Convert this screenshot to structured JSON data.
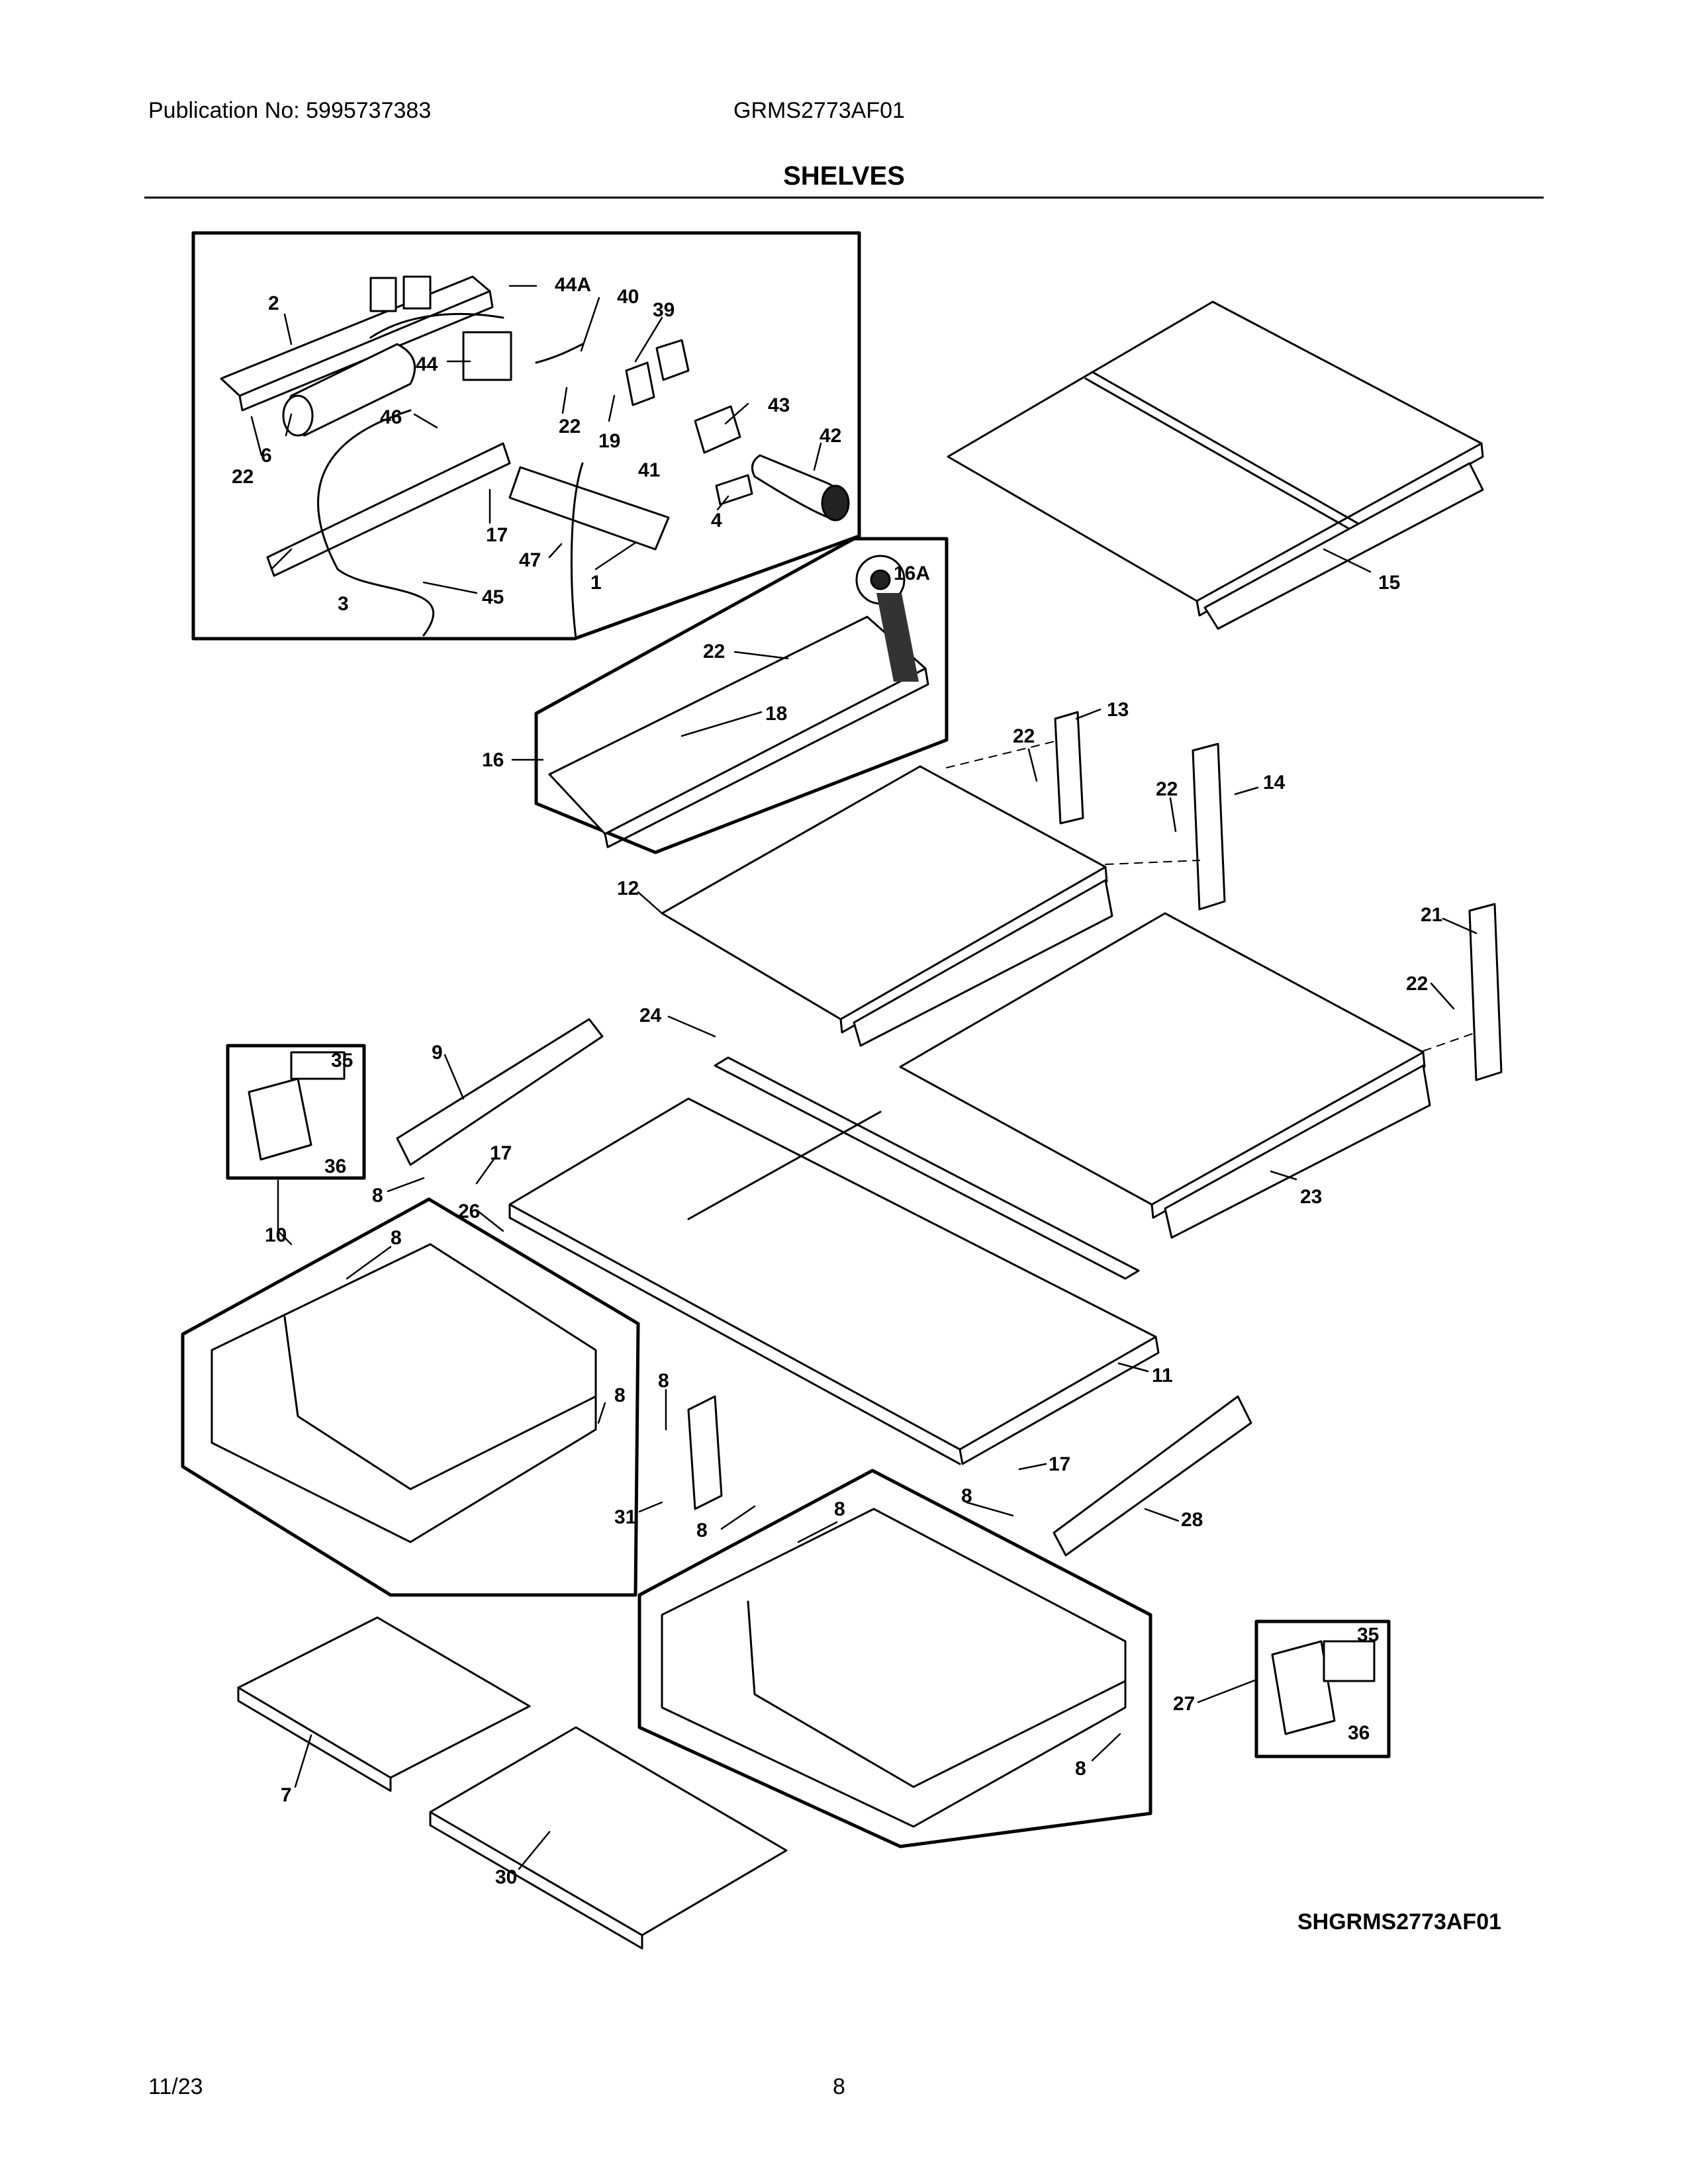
{
  "header": {
    "publication": "Publication No: 5995737383",
    "model": "GRMS2773AF01",
    "title": "SHELVES"
  },
  "footer": {
    "diagram_code": "SHGRMS2773AF01",
    "date": "11/23",
    "page_number": "8"
  },
  "callouts": {
    "c1": "1",
    "c2": "2",
    "c3": "3",
    "c4": "4",
    "c6": "6",
    "c7": "7",
    "c8": "8",
    "c9": "9",
    "c10": "10",
    "c11": "11",
    "c12": "12",
    "c13": "13",
    "c14": "14",
    "c15": "15",
    "c16": "16",
    "c16a": "16A",
    "c17": "17",
    "c18": "18",
    "c19": "19",
    "c21": "21",
    "c22": "22",
    "c23": "23",
    "c24": "24",
    "c26": "26",
    "c27": "27",
    "c28": "28",
    "c30": "30",
    "c31": "31",
    "c35": "35",
    "c36": "36",
    "c39": "39",
    "c40": "40",
    "c41": "41",
    "c42": "42",
    "c43": "43",
    "c44": "44",
    "c44a": "44A",
    "c45": "45",
    "c46": "46",
    "c47": "47"
  }
}
